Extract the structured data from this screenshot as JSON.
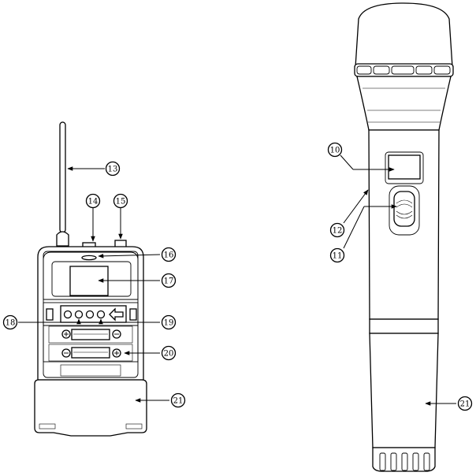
{
  "callouts": {
    "c10": "10",
    "c11": "11",
    "c12": "12",
    "c13": "13",
    "c14": "14",
    "c15": "15",
    "c16": "16",
    "c17": "17",
    "c18": "18",
    "c19": "19",
    "c20": "20",
    "c21a": "21",
    "c21b": "21"
  }
}
